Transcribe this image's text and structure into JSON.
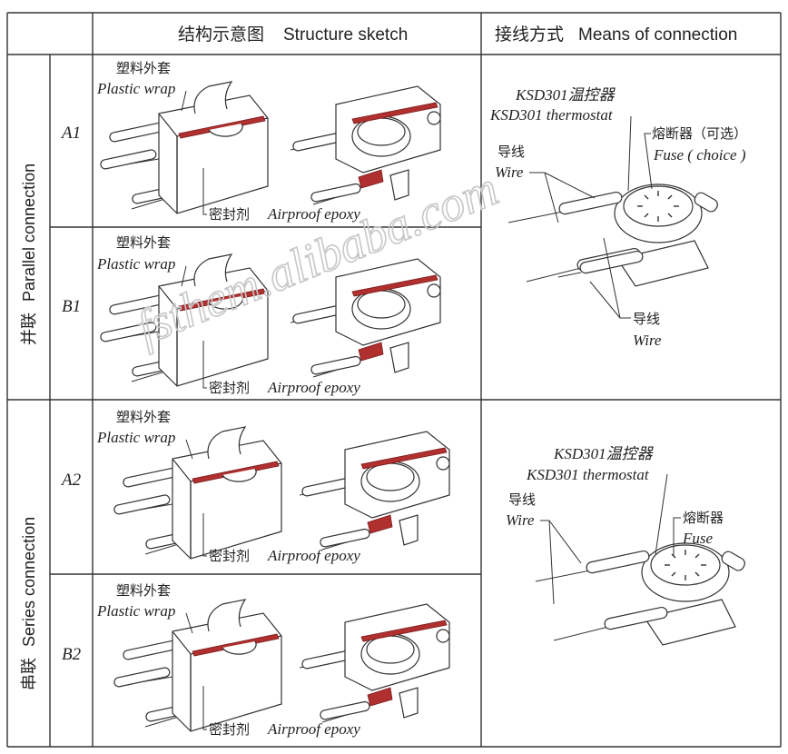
{
  "header": {
    "structure_cn": "结构示意图",
    "structure_en": "Structure sketch",
    "connection_cn": "接线方式",
    "connection_en": "Means of connection"
  },
  "groups": [
    {
      "label_cn": "并联",
      "label_en": "Parallel connection"
    },
    {
      "label_cn": "串联",
      "label_en": "Series connection"
    }
  ],
  "rows": [
    "A1",
    "B1",
    "A2",
    "B2"
  ],
  "labels": {
    "plastic_cn": "塑料外套",
    "plastic_en": "Plastic wrap",
    "epoxy_cn": "密封剂",
    "epoxy_en": "Airproof epoxy",
    "thermo_cn": "KSD301温控器",
    "thermo_en": "KSD301 thermostat",
    "wire_cn": "导线",
    "wire_en": "Wire",
    "fuse_choice_cn": "熔断器（可选）",
    "fuse_choice_en": "Fuse ( choice )",
    "fuse_cn": "熔断器",
    "fuse_en": "Fuse"
  },
  "watermark": "fsthem.alibaba.com",
  "colors": {
    "accent": "#b03030",
    "line": "#333333"
  }
}
